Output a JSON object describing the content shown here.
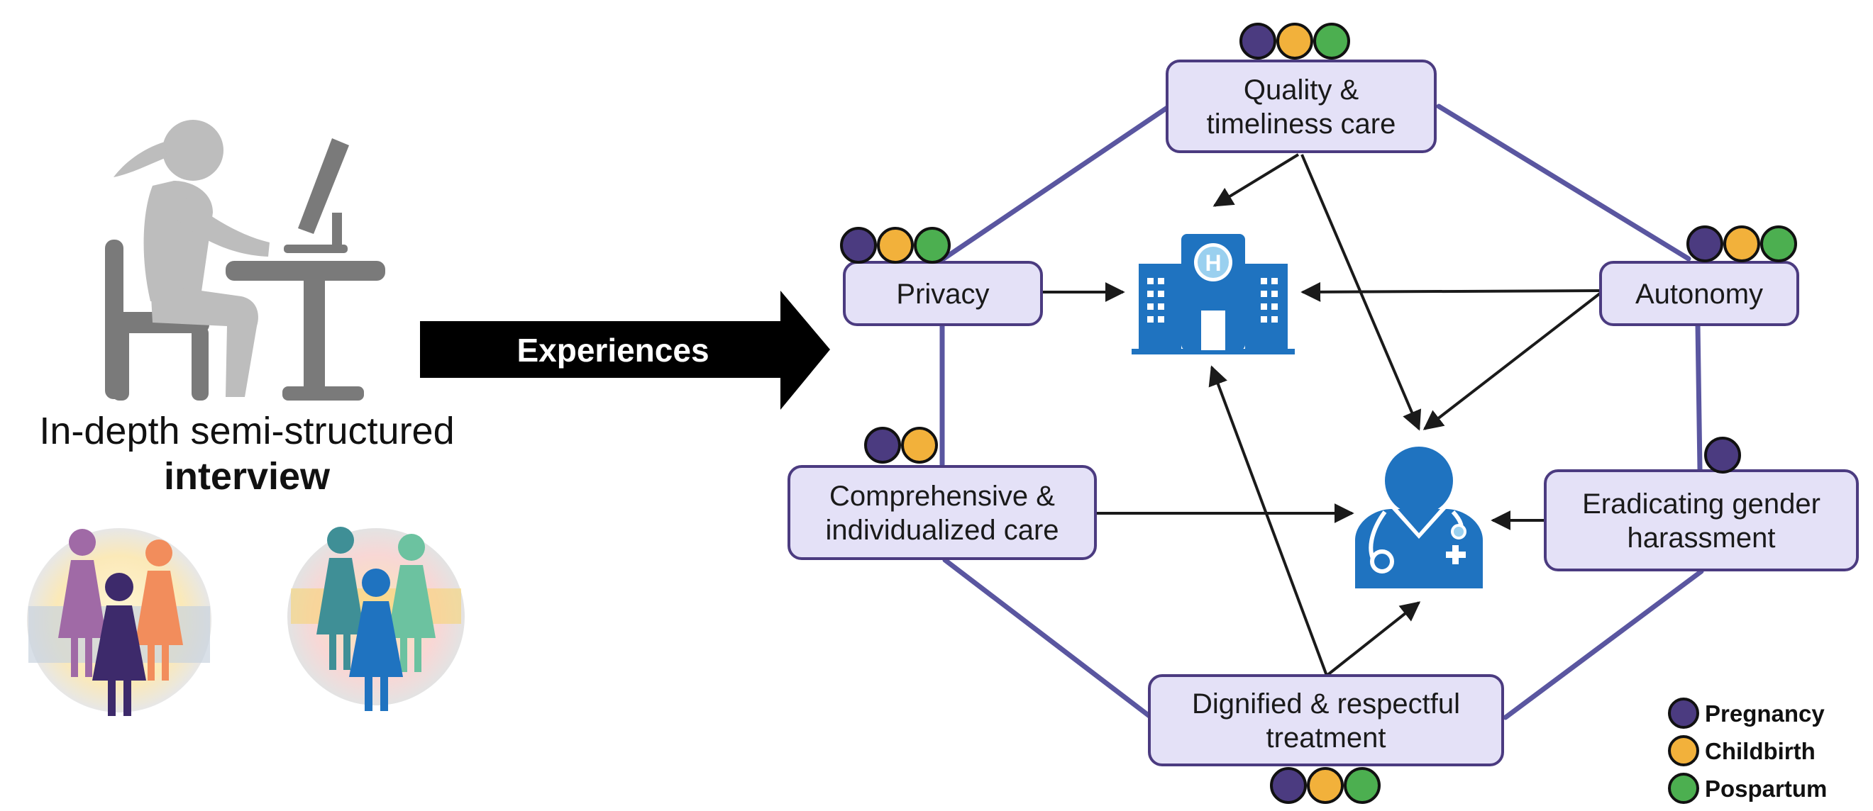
{
  "caption": {
    "line1": "In-depth semi-structured",
    "line2": "interview"
  },
  "arrow_label": "Experiences",
  "colors": {
    "pregnancy": "#4b3b80",
    "childbirth": "#f2b13b",
    "postpartum": "#4caf50",
    "node_fill": "#e4e1f7",
    "node_stroke": "#4b3b80",
    "edge": "#5a56a0",
    "icon_blue": "#1f73c0",
    "person_gray": "#bdbdbd",
    "furniture_gray": "#7a7a7a"
  },
  "themes": [
    {
      "id": "quality",
      "lines": [
        "Quality &",
        "timeliness care"
      ],
      "stages": [
        "pregnancy",
        "childbirth",
        "postpartum"
      ]
    },
    {
      "id": "privacy",
      "lines": [
        "Privacy"
      ],
      "stages": [
        "pregnancy",
        "childbirth",
        "postpartum"
      ]
    },
    {
      "id": "autonomy",
      "lines": [
        "Autonomy"
      ],
      "stages": [
        "pregnancy",
        "childbirth",
        "postpartum"
      ]
    },
    {
      "id": "comprehensive",
      "lines": [
        "Comprehensive &",
        "individualized care"
      ],
      "stages": [
        "pregnancy",
        "childbirth"
      ]
    },
    {
      "id": "gender",
      "lines": [
        "Eradicating gender",
        "harassment"
      ],
      "stages": [
        "pregnancy"
      ]
    },
    {
      "id": "dignified",
      "lines": [
        "Dignified & respectful",
        "treatment"
      ],
      "stages": [
        "pregnancy",
        "childbirth",
        "postpartum"
      ]
    }
  ],
  "icons": {
    "hospital": "hospital-icon",
    "provider": "healthcare-provider-icon",
    "interview": "woman-at-computer-icon",
    "participants": "women-group-icon"
  },
  "legend": [
    {
      "stage": "pregnancy",
      "label": "Pregnancy"
    },
    {
      "stage": "childbirth",
      "label": "Childbirth"
    },
    {
      "stage": "postpartum",
      "label": "Pospartum"
    }
  ]
}
